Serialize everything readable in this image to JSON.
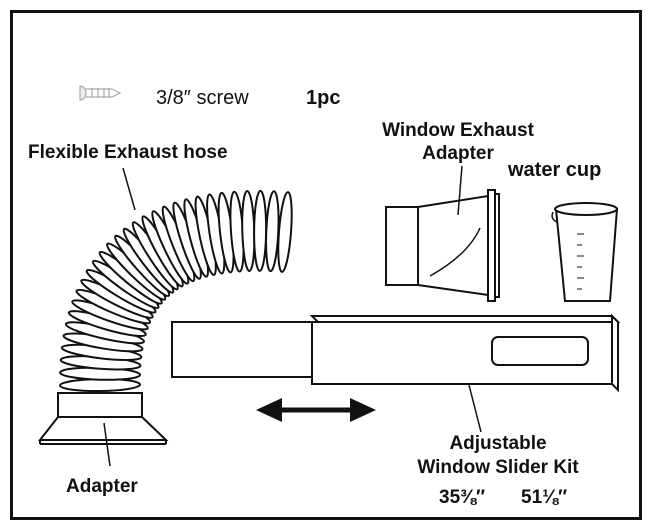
{
  "screw": {
    "size": "3/8″ screw",
    "qty": "1pc"
  },
  "hose": {
    "label": "Flexible Exhaust hose"
  },
  "window_adapter": {
    "label_line1": "Window Exhaust",
    "label_line2": "Adapter"
  },
  "water_cup": {
    "label": "water cup"
  },
  "adapter": {
    "label": "Adapter"
  },
  "slider": {
    "label_line1": "Adjustable",
    "label_line2": "Window Slider Kit",
    "min_length": "35⅜″",
    "max_length": "51⅛″"
  },
  "colors": {
    "ink": "#111111",
    "paper": "#ffffff"
  },
  "icons": [
    "screw-icon",
    "hose-icon",
    "window-adapter-icon",
    "water-cup-icon",
    "adapter-icon",
    "slider-kit-icon",
    "double-arrow-icon"
  ]
}
